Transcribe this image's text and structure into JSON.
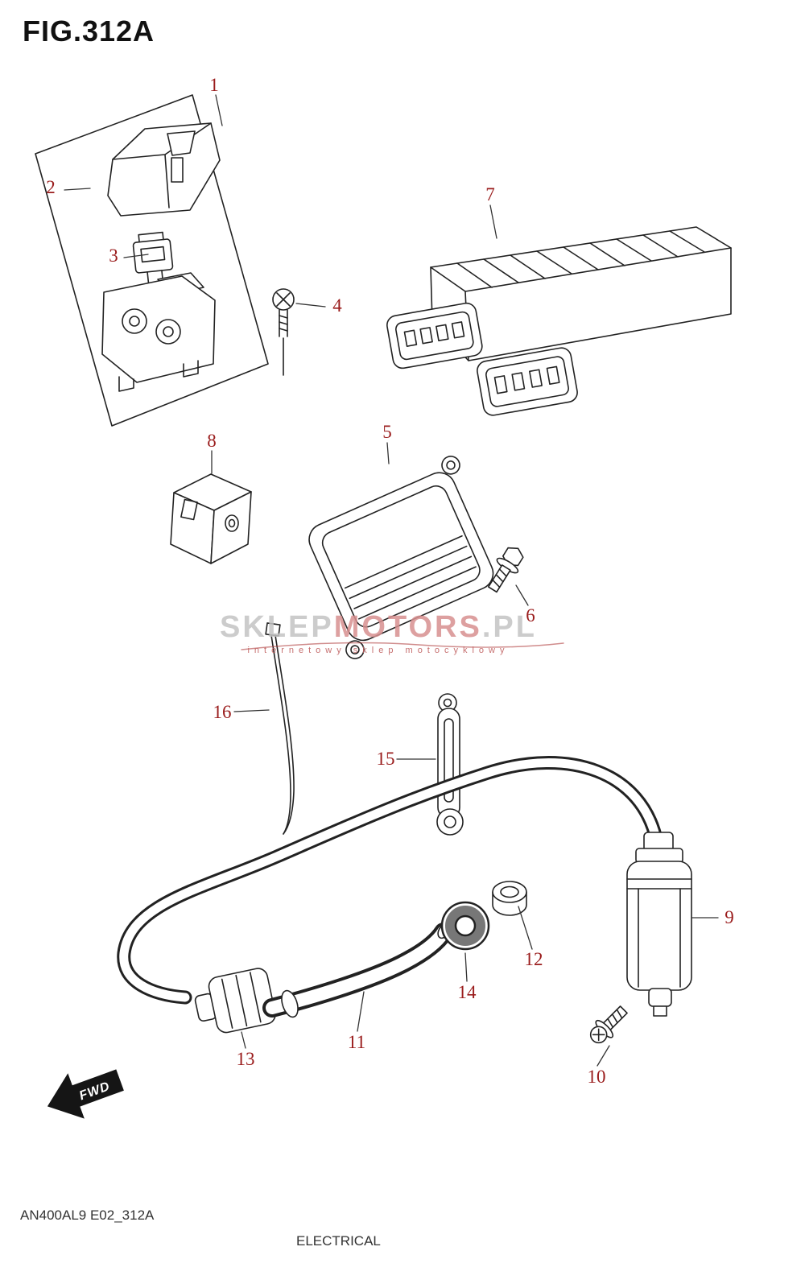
{
  "title": "FIG.312A",
  "watermark": {
    "part1": "SKLEP",
    "part2": "MOTORS",
    "part3": ".PL",
    "subtitle": "internetowy sklep motocyklowy"
  },
  "fwd_label": "FWD",
  "footer": {
    "code": "AN400AL9 E02_312A",
    "name": "ELECTRICAL"
  },
  "colors": {
    "callout": "#9a1c1c",
    "line": "#222222",
    "watermark_gray": "#c4c4c4",
    "watermark_accent": "#d89090",
    "background": "#ffffff"
  },
  "callouts": [
    {
      "label": "1"
    },
    {
      "label": "2"
    },
    {
      "label": "3"
    },
    {
      "label": "4"
    },
    {
      "label": "5"
    },
    {
      "label": "6"
    },
    {
      "label": "7"
    },
    {
      "label": "8"
    },
    {
      "label": "9"
    },
    {
      "label": "10"
    },
    {
      "label": "11"
    },
    {
      "label": "12"
    },
    {
      "label": "13"
    },
    {
      "label": "14"
    },
    {
      "label": "15"
    },
    {
      "label": "16"
    }
  ]
}
